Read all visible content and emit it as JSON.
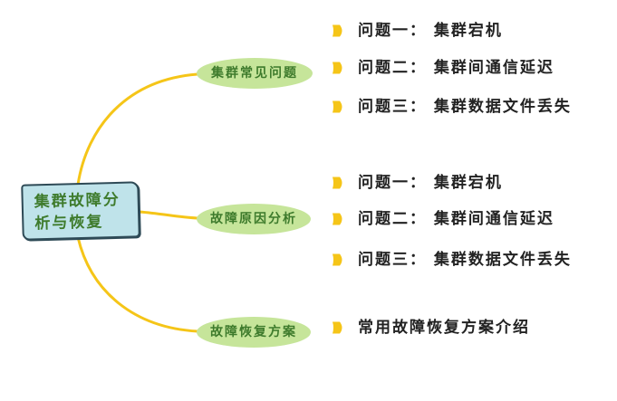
{
  "colors": {
    "connector": "#f5c518",
    "branch_fill": "#c6e59a",
    "branch_text": "#3e7b2c",
    "root_fill": "#bfe3ea",
    "root_border": "#2e4a56",
    "bullet": "#f5c518",
    "leaf_text": "#222222"
  },
  "root": {
    "label": "集群故障分析与恢复"
  },
  "branches": [
    {
      "label": "集群常见问题",
      "leaves": [
        "问题一： 集群宕机",
        "问题二： 集群间通信延迟",
        "问题三： 集群数据文件丢失"
      ]
    },
    {
      "label": "故障原因分析",
      "leaves": [
        "问题一： 集群宕机",
        "问题二： 集群间通信延迟",
        "问题三： 集群数据文件丢失"
      ]
    },
    {
      "label": "故障恢复方案",
      "leaves": [
        "常用故障恢复方案介绍"
      ]
    }
  ]
}
